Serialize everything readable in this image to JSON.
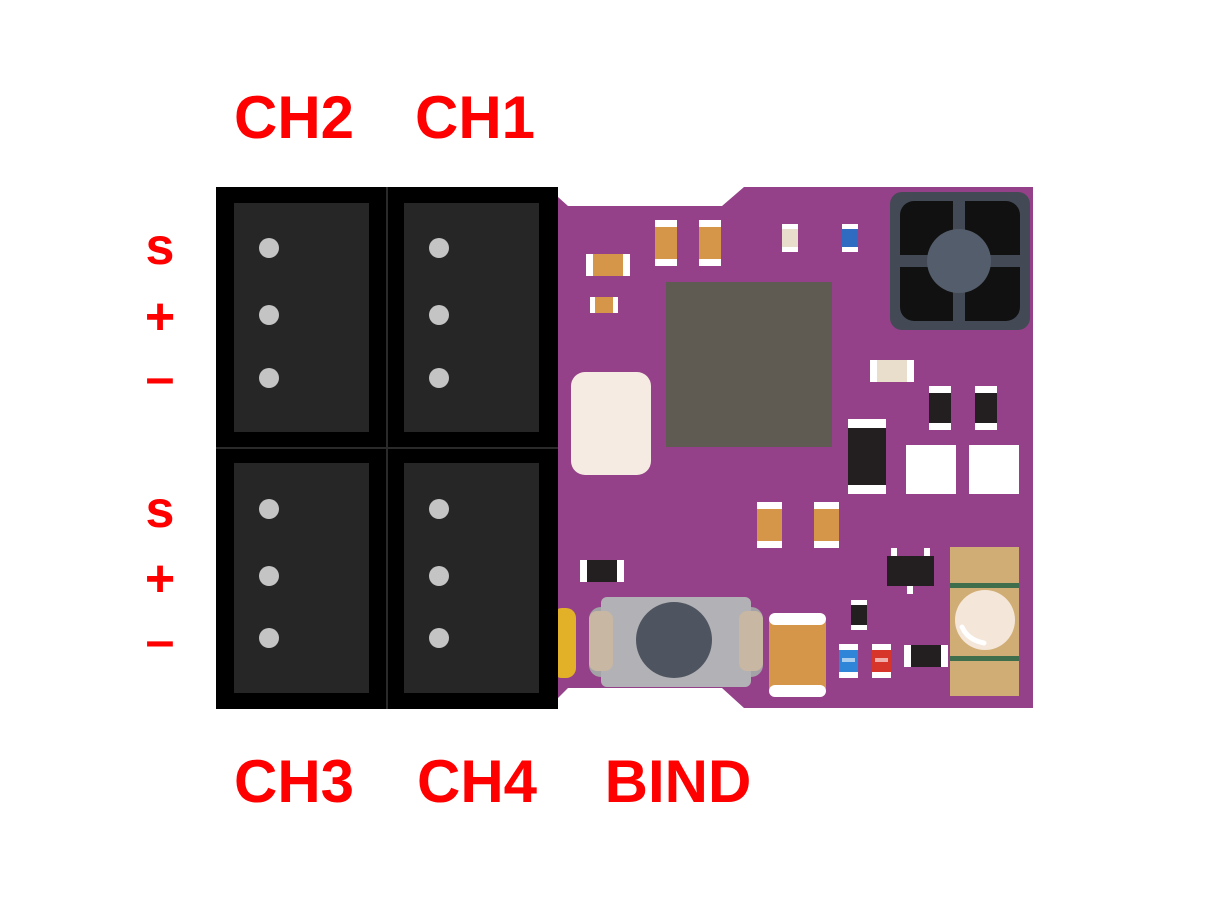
{
  "labels": {
    "ch1": "CH1",
    "ch2": "CH2",
    "ch3": "CH3",
    "ch4": "CH4",
    "bind": "BIND"
  },
  "pin_labels": {
    "top": {
      "signal": "s",
      "plus": "+",
      "minus": "–"
    },
    "bottom": {
      "signal": "s",
      "plus": "+",
      "minus": "–"
    }
  },
  "colors": {
    "label": "#ff0000",
    "pcb": "#954189",
    "header_frame": "#000000",
    "header_body": "#262626",
    "pin": "#c4c4c4",
    "chip": "#5f5a52",
    "antenna_plug": "#434a55",
    "button_body": "#b2b2b6",
    "button_cap": "#4f5560",
    "capacitor_tan": "#d6964a",
    "led_blue": "#2f86d8",
    "led_red": "#d8352a",
    "crystal_pad": "#d0ad74"
  },
  "icons": {
    "button": "tactile-push-button-icon",
    "antenna": "antenna-connector-icon"
  }
}
